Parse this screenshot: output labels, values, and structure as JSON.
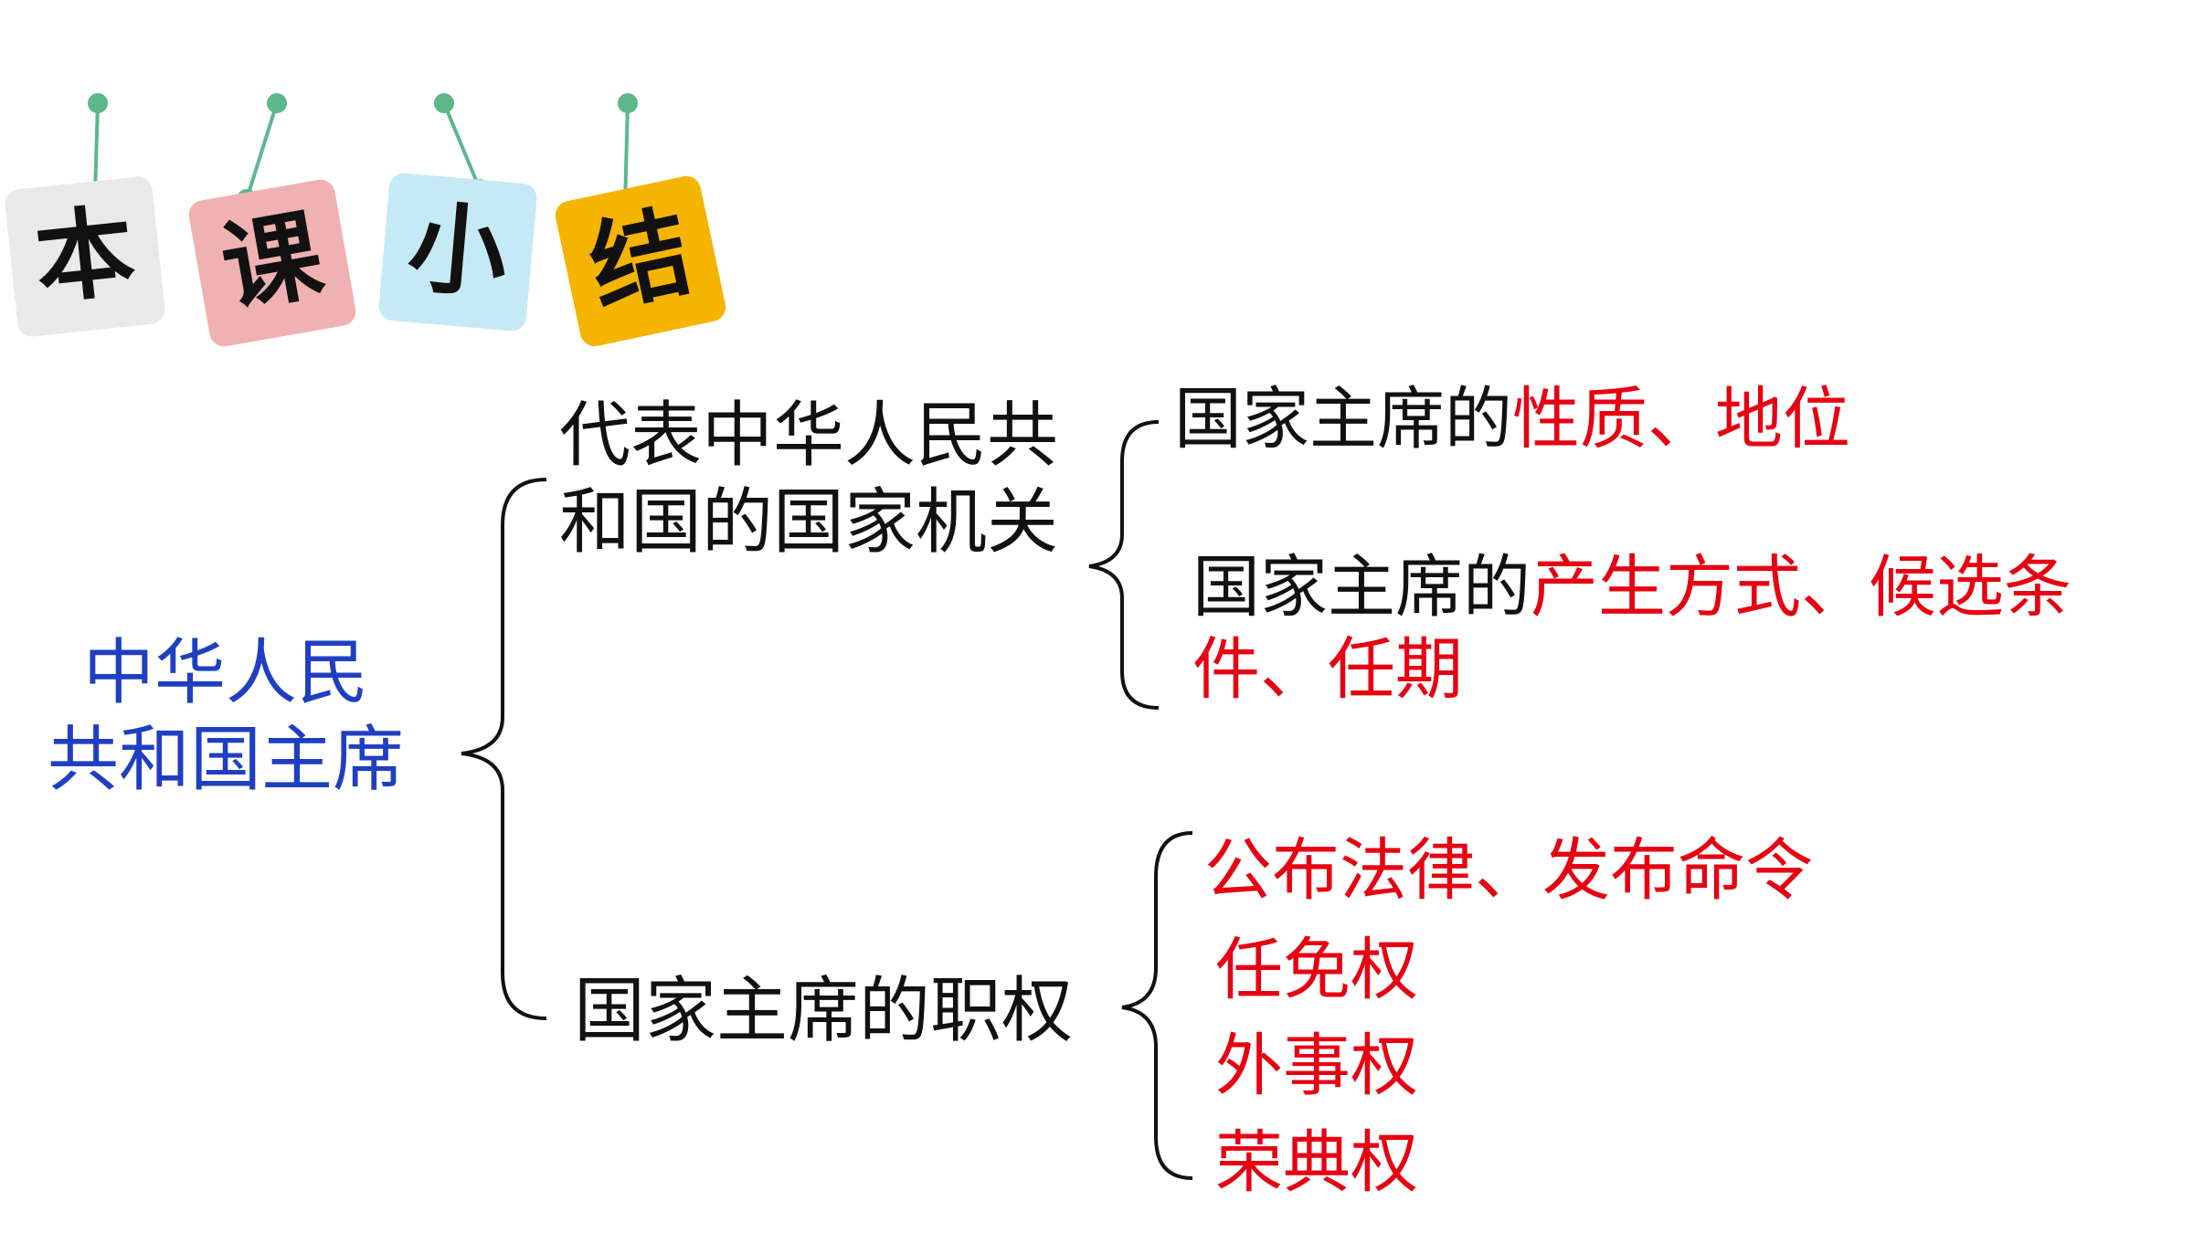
{
  "title": {
    "tiles": [
      {
        "char": "本",
        "color": "#e9e9e9"
      },
      {
        "char": "课",
        "color": "#efb1b1"
      },
      {
        "char": "小",
        "color": "#c6eaf5"
      },
      {
        "char": "结",
        "color": "#f5b400"
      }
    ],
    "pin_color": "#5cb88a"
  },
  "root": {
    "line1": "中华人民",
    "line2": "共和国主席"
  },
  "branch1": {
    "line1": "代表中华人民共",
    "line2": "和国的国家机关",
    "item1": {
      "prefix": "国家主席的",
      "highlight": "性质、地位"
    },
    "item2": {
      "prefix": "国家主席的",
      "highlight_line1": "产生方式、候选条",
      "line2": "件、任期"
    }
  },
  "branch2": {
    "label": "国家主席的职权",
    "items": [
      "公布法律、发布命令",
      "任免权",
      "外事权",
      "荣典权"
    ]
  },
  "colors": {
    "text": "#111111",
    "highlight": "#e60012",
    "root": "#1f3fc2"
  }
}
